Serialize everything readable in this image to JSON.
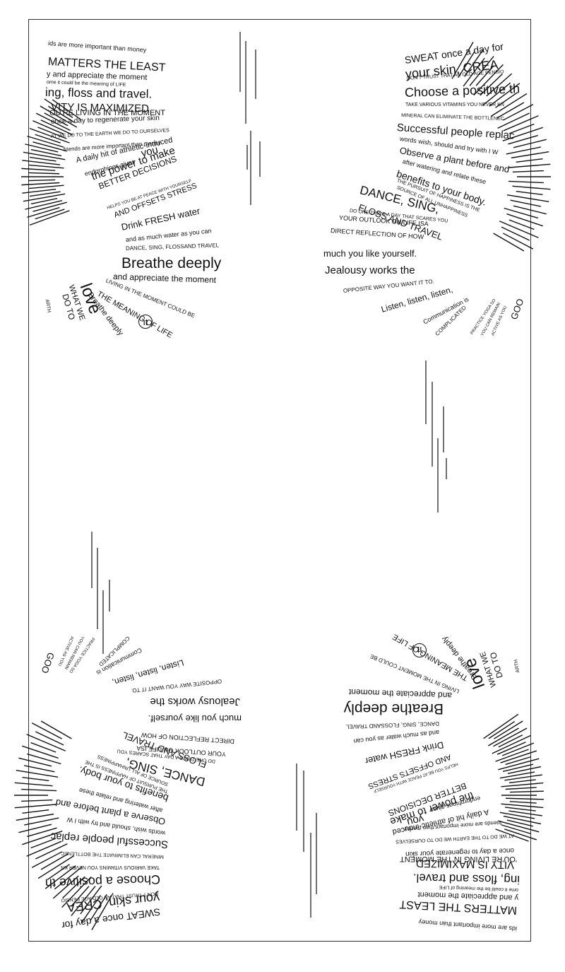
{
  "left_block": [
    "ids are more important than money",
    "MATTERS THE LEAST",
    "y and appreciate the moment",
    "ome it could be the meaning of LIFE",
    "ing, floss and travel.",
    "VITY IS MAXIMIZED",
    "'OU'RE LIVING IN THE MOMENT",
    "once a day to regenerate your skin",
    "AT WE DO TO THE EARTH WE DO TO OURSELVES",
    "friends are more important than money",
    "A daily hit of athletic-induced",
    "endorphines gives",
    "you",
    "the power to make",
    "BETTER DECISIONS",
    "HELPS YOU BE AT PEACE WITH YOURSELF",
    "AND OFFSETS STRESS",
    "Drink FRESH water",
    "and as much water as you can",
    "DANCE, SING, FLOSSAND TRAVEL",
    "Breathe deeply",
    "and appreciate the moment",
    "LIVING IN THE MOMENT COULD BE",
    "THE MEANING OF LIFE",
    "Breathe deeply",
    "love",
    "WHAT WE",
    "DO TO",
    "ARTH",
    "it"
  ],
  "right_block": [
    "SWEAT once a day for",
    "your skin, CREA",
    "DON'T TRUST THAT AN OLD AGE PENSIO",
    "Choose a positive th",
    "TAKE VARIOUS VITAMINS YOU NEVER KN",
    "MINERAL CAN ELIMINATE THE BOTTLENEC",
    "Successful people replac",
    "words wish, should and try with I W",
    "Observe a plant before and",
    "after watering and relate these",
    "benefits to your body.",
    "THE PURSUIT OF HAPPINESS IS THE",
    "SOURCE OF ALL UNHAPPINESS",
    "DANCE, SING,",
    "FLOSS AND TRAVEL",
    "DO ONE THING A DAY THAT SCARES YOU",
    "YOUR OUTLOOK ON LIFE ISA",
    "DIRECT REFLECTION OF HOW",
    "much you like yourself.",
    "Jealousy works the",
    "OPPOSITE WAY YOU WANT IT TO.",
    "Listen, listen, listen,",
    "Communication is",
    "COMPLICATED",
    "PRACTICE YOGA SO",
    "YOU CAN REMAIN",
    "ACTIVE AS YOU",
    "GOO"
  ]
}
